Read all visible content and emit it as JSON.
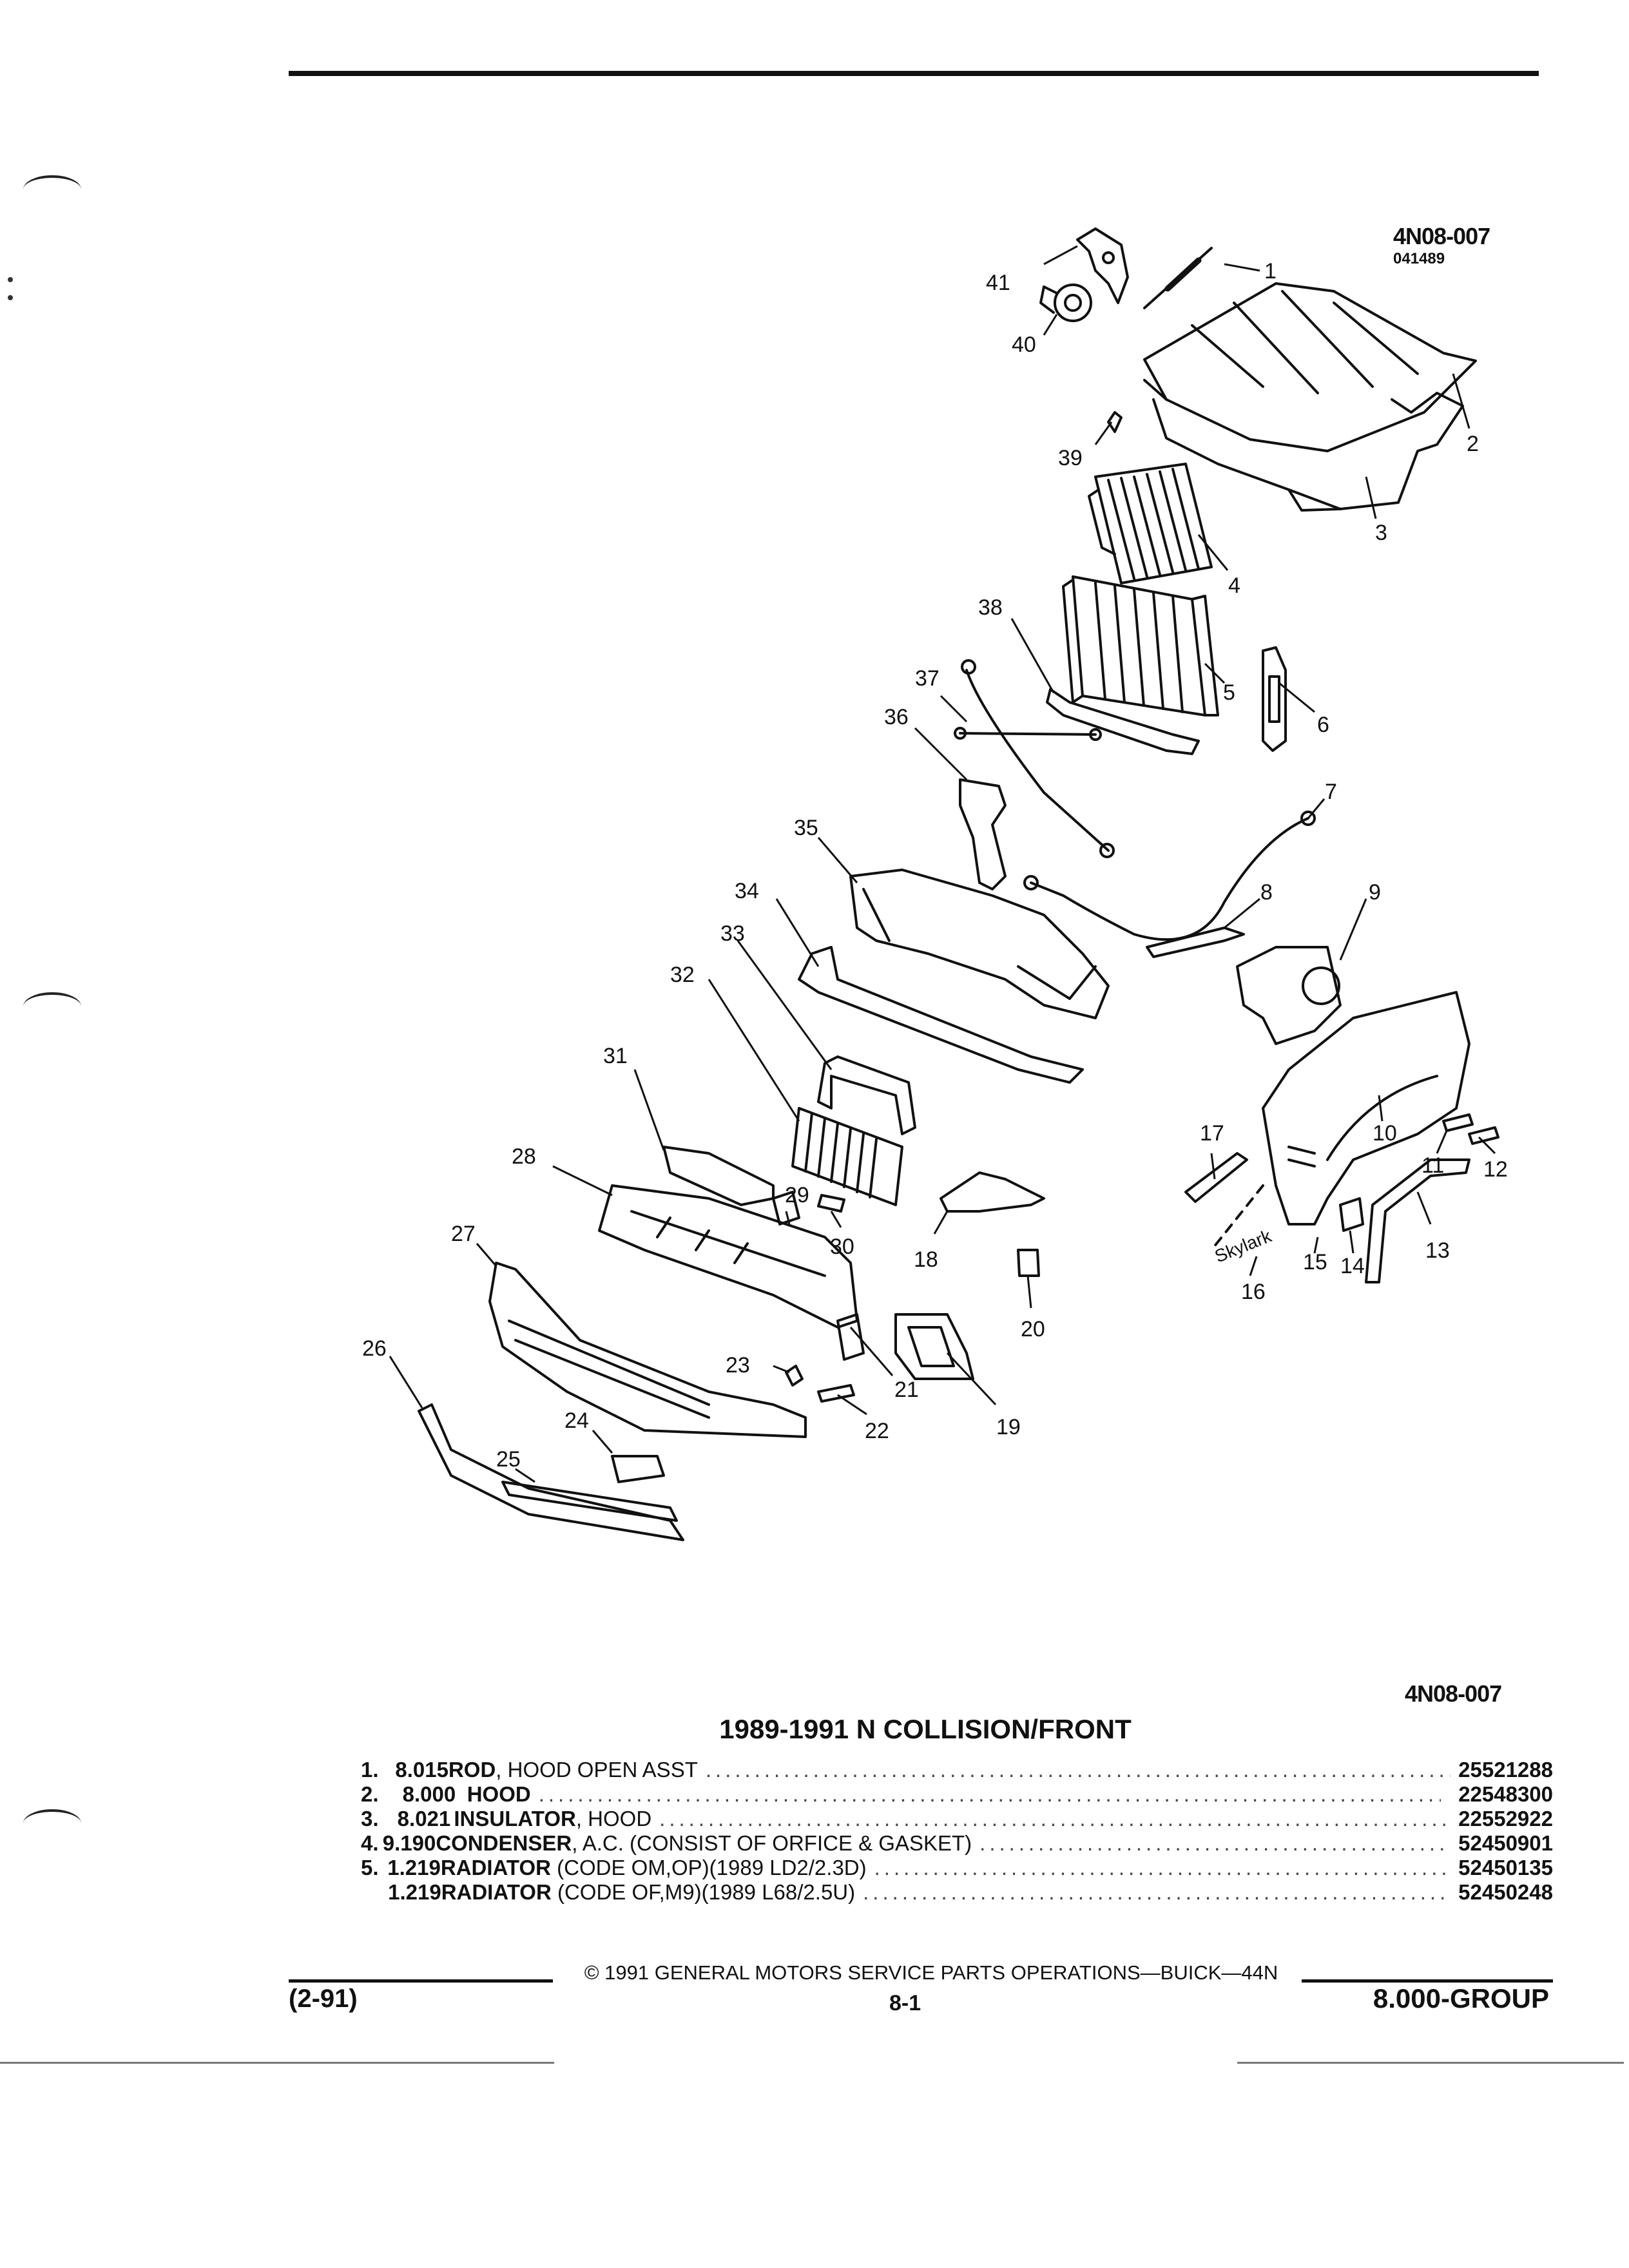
{
  "header": {
    "figure_code": "4N08-007",
    "figure_date": "041489"
  },
  "diagram": {
    "callouts": [
      "1",
      "2",
      "3",
      "4",
      "5",
      "6",
      "7",
      "8",
      "9",
      "10",
      "11",
      "12",
      "13",
      "14",
      "15",
      "16",
      "17",
      "18",
      "19",
      "20",
      "21",
      "22",
      "23",
      "24",
      "25",
      "26",
      "27",
      "28",
      "29",
      "30",
      "31",
      "32",
      "33",
      "34",
      "35",
      "36",
      "37",
      "38",
      "39",
      "40",
      "41"
    ],
    "badge_text": "Skylark"
  },
  "catalog": {
    "figure_code": "4N08-007",
    "title": "1989-1991 N COLLISION/FRONT",
    "rows": [
      {
        "num": "1.",
        "group": "8.015",
        "name": "ROD",
        "detail": ", HOOD OPEN ASST",
        "part": "25521288"
      },
      {
        "num": "2.",
        "group": "8.000",
        "name": "HOOD",
        "detail": "",
        "part": "22548300"
      },
      {
        "num": "3.",
        "group": "8.021",
        "name": "INSULATOR",
        "detail": ", HOOD",
        "part": "22552922"
      },
      {
        "num": "4.",
        "group": "9.190",
        "name": "CONDENSER",
        "detail": ", A.C. (CONSIST OF ORFICE & GASKET)",
        "part": "52450901"
      },
      {
        "num": "5.",
        "group": "1.219",
        "name": "RADIATOR",
        "detail": " (CODE OM,OP)(1989 LD2/2.3D)",
        "part": "52450135"
      },
      {
        "num": "",
        "group": "1.219",
        "name": "RADIATOR",
        "detail": " (CODE OF,M9)(1989 L68/2.5U)",
        "part": "52450248"
      }
    ]
  },
  "footer": {
    "copyright": "© 1991 GENERAL MOTORS SERVICE PARTS OPERATIONS—BUICK—44N",
    "revision": "(2-91)",
    "page": "8-1",
    "group": "8.000-GROUP"
  }
}
